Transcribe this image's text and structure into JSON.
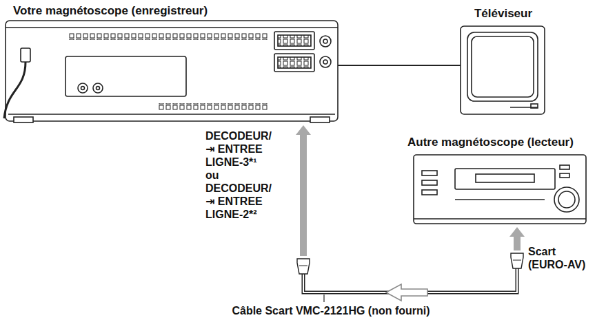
{
  "diagram": {
    "nodes": [
      {
        "text": [
          "Votre magnétoscope (enregistreur)"
        ]
      },
      {
        "text": [
          "Téléviseur"
        ]
      },
      {
        "text": [
          "Autre magnétoscope (lecteur)"
        ]
      }
    ],
    "edges": [
      {
        "from": 0,
        "to": 1,
        "arrow": "none"
      },
      {
        "from": 2,
        "to": 0,
        "arrow": "both",
        "label": "Câble Scart VMC-2121HG (non fourni)"
      }
    ],
    "labels": [
      "DECODEUR/ ⇥ ENTREE LIGNE-3*¹",
      "ou",
      "DECODEUR/ ⇥ ENTREE LIGNE-2*²",
      "Scart (EURO-AV)"
    ]
  }
}
